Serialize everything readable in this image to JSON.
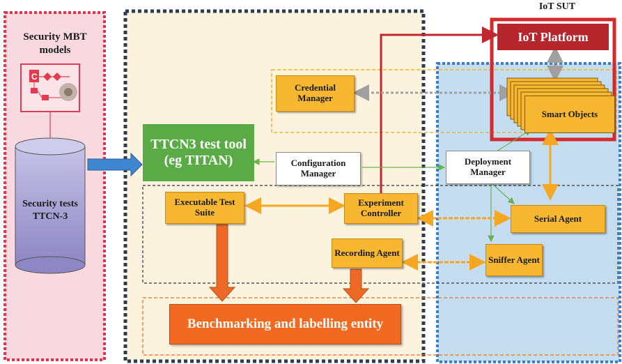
{
  "security_mbt_models_label": "Security MBT models",
  "security_tests_label": "Security tests TTCN-3",
  "ttcn3_tool_label": "TTCN3 test tool (eg TITAN)",
  "iot_sut_label": "IoT SUT",
  "iot_platform_label": "IoT Platform",
  "credential_manager_label": "Credential Manager",
  "smart_objects_label": "Smart Objects",
  "configuration_manager_label": "Configuration Manager",
  "deployment_manager_label": "Deployment Manager",
  "executable_test_suite_label": "Executable Test Suite",
  "experiment_controller_label": "Experiment Controller",
  "serial_agent_label": "Serial Agent",
  "recording_agent_label": "Recording Agent",
  "sniffer_agent_label": "Sniffer Agent",
  "benchmarking_label": "Benchmarking and labelling entity",
  "colors": {
    "left_panel_bg": "#f9d9e0",
    "left_panel_border": "#e8304a",
    "center_panel_bg": "#fbf3dd",
    "center_panel_border": "#2e3b55",
    "right_panel_bg": "#c5ddf1",
    "right_panel_border": "#3a7ecf",
    "ttcn3_box": "#5aab46",
    "iot_platform_box": "#b5262d",
    "iot_sut_border": "#d42a2a",
    "benchmark_box": "#f26a21",
    "orange_box": "#f7b731",
    "cylinder": "#a8a2d2"
  }
}
